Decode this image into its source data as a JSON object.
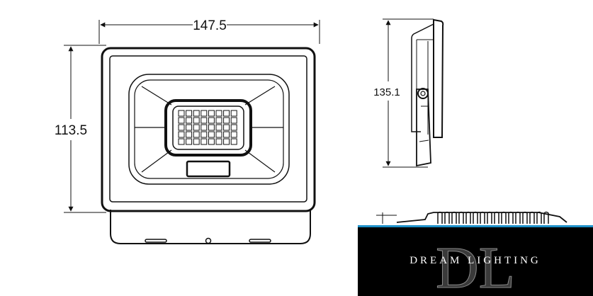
{
  "dimensions": {
    "width": "147.5",
    "height": "113.5",
    "side_height": "135.1"
  },
  "logo": {
    "text": "DREAM LIGHTING",
    "monogram": "DL",
    "bar_color": "#1e90c8"
  },
  "colors": {
    "line": "#111111",
    "background": "#ffffff"
  }
}
